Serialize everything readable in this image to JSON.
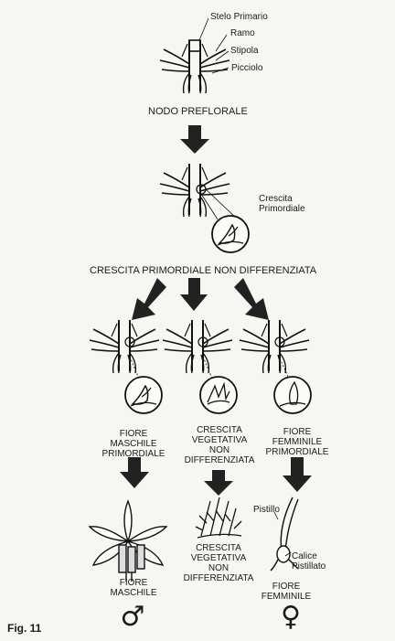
{
  "top_labels": {
    "stelo": "Stelo Primario",
    "ramo": "Ramo",
    "stipola": "Stipola",
    "picciolo": "Picciolo"
  },
  "nodo_prefl": "NODO PREFLORALE",
  "crescita_primordiale": [
    "Crescita",
    "Primordiale"
  ],
  "crescita_non_diff": "CRESCITA PRIMORDIALE NON DIFFERENZIATA",
  "branches": [
    {
      "title": [
        "FIORE",
        "MASCHILE",
        "PRIMORDIALE"
      ],
      "result": [
        "FIORE",
        "MASCHILE"
      ],
      "symbol": "♂"
    },
    {
      "title": [
        "CRESCITA",
        "VEGETATIVA",
        "NON",
        "DIFFERENZIATA"
      ],
      "result": [
        "CRESCITA",
        "VEGETATIVA",
        "NON",
        "DIFFERENZIATA"
      ]
    },
    {
      "title": [
        "FIORE",
        "FEMMINILE",
        "PRIMORDIALE"
      ],
      "result": [
        "FIORE",
        "FEMMINILE"
      ],
      "symbol": "♀"
    }
  ],
  "pistillo": "Pistillo",
  "calice": [
    "Calice",
    "Pistillato"
  ],
  "fig_label": "Fig. 11"
}
